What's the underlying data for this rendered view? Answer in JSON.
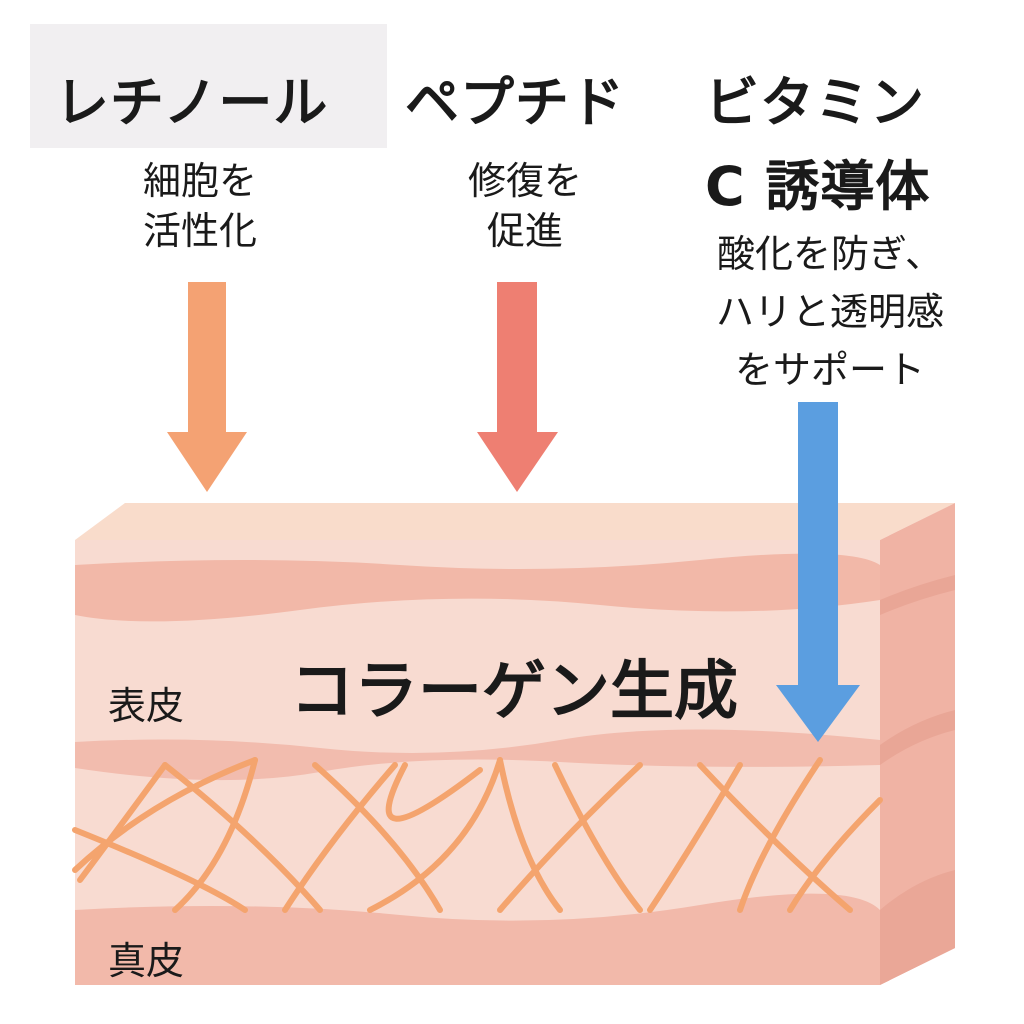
{
  "ingredients": [
    {
      "name": "レチノール",
      "effect_lines": [
        "細胞を",
        "活性化"
      ],
      "arrow_color": "#f4a273"
    },
    {
      "name": "ペプチド",
      "effect_lines": [
        "修復を",
        "促進"
      ],
      "arrow_color": "#ee7f72"
    },
    {
      "name_lines": [
        "ビタミン",
        "C 誘導体"
      ],
      "effect_lines": [
        "酸化を防ぎ、",
        "ハリと透明感",
        "をサポート"
      ],
      "arrow_color": "#5b9ee0"
    }
  ],
  "skin": {
    "center_label": "コラーゲン生成",
    "epidermis_label": "表皮",
    "dermis_label": "真皮",
    "collagen_color": "#f4a46e"
  }
}
